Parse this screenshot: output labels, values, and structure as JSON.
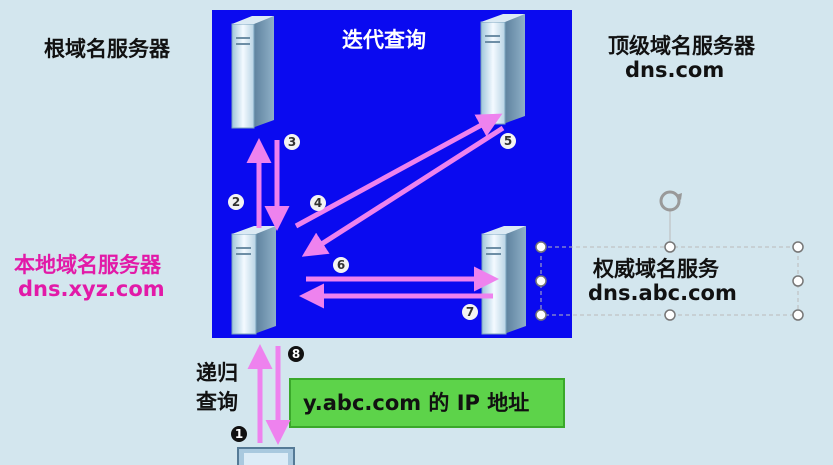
{
  "panel": {
    "title": "迭代查询"
  },
  "servers": {
    "root": {
      "label": "根域名服务器"
    },
    "tld": {
      "label": "顶级域名服务器",
      "domain": "dns.com"
    },
    "local": {
      "label": "本地域名服务器",
      "domain": "dns.xyz.com"
    },
    "auth": {
      "label": "权威域名服务",
      "domain": "dns.abc.com"
    }
  },
  "recursive": {
    "line1": "递归",
    "line2": "查询"
  },
  "result": {
    "text": "y.abc.com 的 IP 地址"
  },
  "steps": [
    "1",
    "2",
    "3",
    "4",
    "5",
    "6",
    "7",
    "8"
  ],
  "colors": {
    "panel": "#0a0af0",
    "arrow": "#ee82ee",
    "pink_text": "#e21aa8",
    "result_bg": "#5dd34a",
    "background": "#d3e6ee"
  }
}
